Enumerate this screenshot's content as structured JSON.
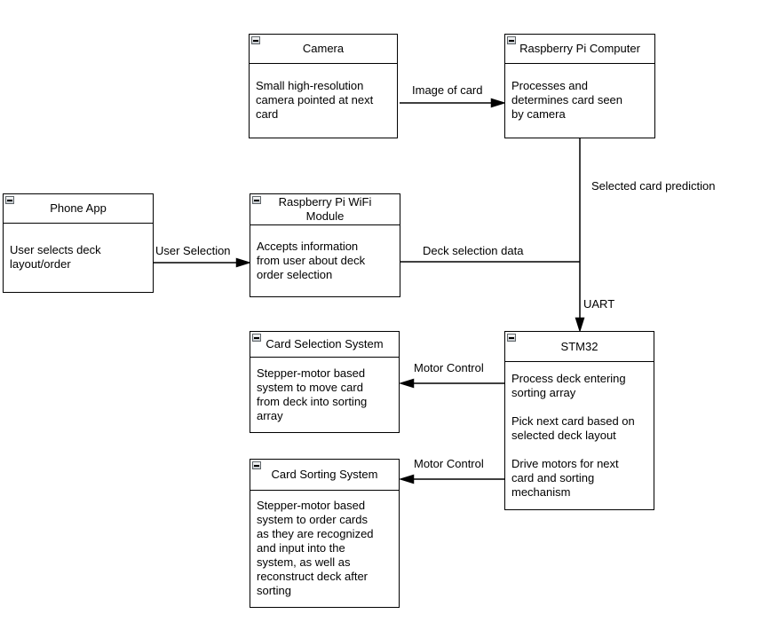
{
  "colors": {
    "node_fill": "#ffffff",
    "node_stroke": "#000000",
    "text": "#000000",
    "collapse_icon_fill": "#d9dde0",
    "collapse_icon_border": "#5f6569"
  },
  "diagram": {
    "nodes": {
      "camera": {
        "title": "Camera",
        "body": "Small high-resolution\ncamera pointed at next\ncard"
      },
      "rpi_computer": {
        "title": "Raspberry Pi Computer",
        "body": "Processes and\ndetermines card seen\nby camera"
      },
      "phone_app": {
        "title": "Phone App",
        "body": "User selects deck\nlayout/order"
      },
      "wifi_module": {
        "title": "Raspberry Pi WiFi\nModule",
        "body": "Accepts information\nfrom user about deck\norder selection"
      },
      "card_selection": {
        "title": "Card Selection System",
        "body": "Stepper-motor based\nsystem to move card\nfrom deck into sorting\narray"
      },
      "stm32": {
        "title": "STM32",
        "body": "Process deck entering\nsorting array\n\nPick next card based on\nselected deck layout\n\nDrive motors for next\ncard and sorting\nmechanism"
      },
      "card_sorting": {
        "title": "Card Sorting System",
        "body": "Stepper-motor based\nsystem to order cards\nas they are recognized\nand input into the\nsystem, as well as\nreconstruct deck after\nsorting"
      }
    },
    "edges": {
      "image_of_card": {
        "label": "Image of card"
      },
      "user_selection": {
        "label": "User Selection"
      },
      "selected_card_prediction": {
        "label": "Selected card prediction"
      },
      "deck_selection_data": {
        "label": "Deck selection data"
      },
      "uart": {
        "label": "UART"
      },
      "motor_control_1": {
        "label": "Motor Control"
      },
      "motor_control_2": {
        "label": "Motor Control"
      }
    }
  }
}
